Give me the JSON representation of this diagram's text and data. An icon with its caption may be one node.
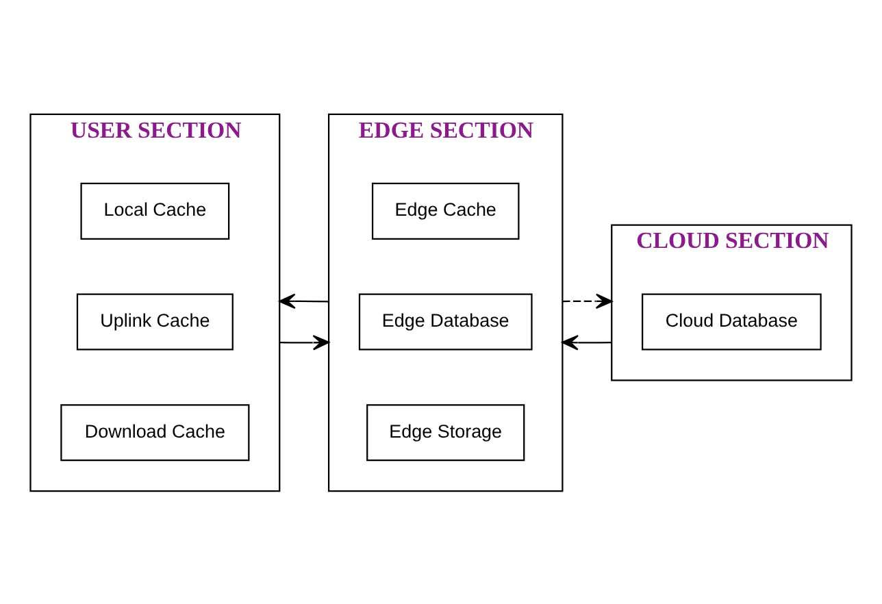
{
  "diagram": {
    "nodes": [
      {
        "text": [
          "USER SECTION"
        ]
      },
      {
        "text": [
          "Local Cache"
        ],
        "in": 0
      },
      {
        "text": [
          "Uplink Cache"
        ],
        "in": 0
      },
      {
        "text": [
          "Download Cache"
        ],
        "in": 0
      },
      {
        "text": [
          "EDGE SECTION"
        ]
      },
      {
        "text": [
          "Edge Cache"
        ],
        "in": 4
      },
      {
        "text": [
          "Edge Database"
        ],
        "in": 4
      },
      {
        "text": [
          "Edge Storage"
        ],
        "in": 4
      },
      {
        "text": [
          "CLOUD SECTION"
        ]
      },
      {
        "text": [
          "Cloud Database"
        ],
        "in": 8
      }
    ],
    "edges": [
      {
        "from": 0,
        "to": 4,
        "arrow": "to"
      },
      {
        "from": 4,
        "to": 0,
        "arrow": "to"
      },
      {
        "from": 8,
        "to": 4,
        "arrow": "to"
      },
      {
        "from": 4,
        "to": 8,
        "arrow": "to",
        "style": "dashed"
      }
    ]
  }
}
